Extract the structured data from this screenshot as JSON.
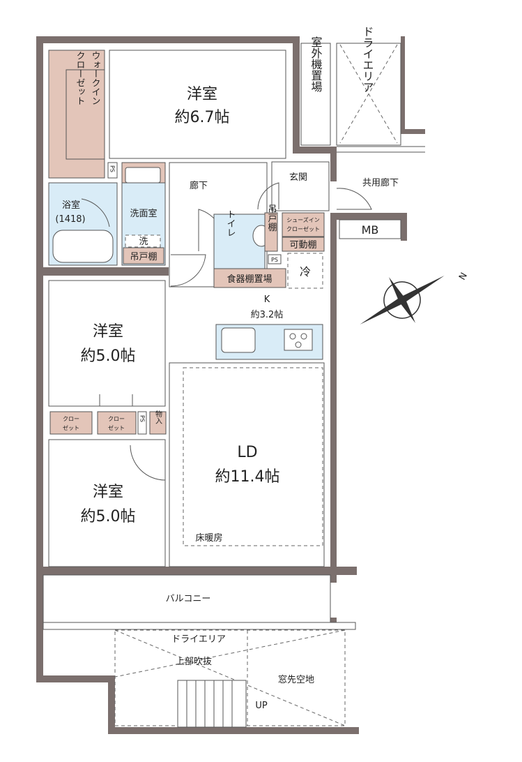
{
  "rooms": {
    "western_room_1": {
      "name": "洋室",
      "size": "約6.7帖"
    },
    "walk_in_closet": "ウォークインクローゼット",
    "walk_in_closet_line1": "ウォークイン",
    "walk_in_closet_line2": "クローゼット",
    "outdoor_unit": "室外機置場",
    "dry_area_top": "ドライエリア",
    "hallway": "廊下",
    "entrance": "玄関",
    "common_corridor": "共用廊下",
    "mb": "MB",
    "bathroom": "浴室",
    "bathroom_size": "(1418)",
    "washroom": "洗面室",
    "washer": "洗",
    "hanging_cabinet": "吊戸棚",
    "toilet": "トイレ",
    "toilet_cabinet": "吊戸棚",
    "shoes_closet_line1": "シューズイン",
    "shoes_closet_line2": "クローゼット",
    "movable_shelf": "可動棚",
    "ps": "PS",
    "fridge": "冷",
    "cupboard": "食器棚置場",
    "kitchen": {
      "name": "K",
      "size": "約3.2帖"
    },
    "western_room_2": {
      "name": "洋室",
      "size": "約5.0帖"
    },
    "western_room_3": {
      "name": "洋室",
      "size": "約5.0帖"
    },
    "closet_a_line1": "クロー",
    "closet_a_line2": "ゼット",
    "storage": "物入",
    "ld": {
      "name": "LD",
      "size": "約11.4帖"
    },
    "floor_heating": "床暖房",
    "balcony": "バルコニー",
    "dry_area_bottom_line1": "ドライエリア",
    "dry_area_bottom_line2": "上部吹抜",
    "window_space": "窓先空地",
    "up": "UP"
  },
  "compass": {
    "label": "N"
  },
  "colors": {
    "wall": "#7b6f6d",
    "closet": "#e3c5b9",
    "wet_area": "#d9ecf7"
  }
}
